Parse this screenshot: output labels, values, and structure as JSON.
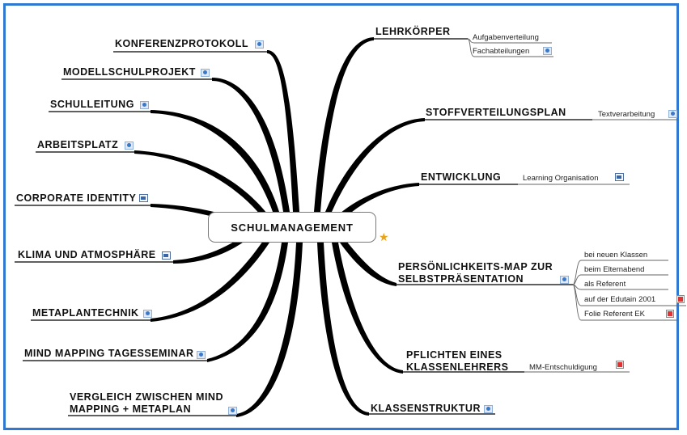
{
  "central_topic": "SCHULMANAGEMENT",
  "left_topics": [
    {
      "label": "KONFERENZPROTOKOLL",
      "icon": "map-link-icon"
    },
    {
      "label": "MODELLSCHULPROJEKT",
      "icon": "map-link-icon"
    },
    {
      "label": "SCHULLEITUNG",
      "icon": "map-link-icon"
    },
    {
      "label": "ARBEITSPLATZ",
      "icon": "map-link-icon"
    },
    {
      "label": "CORPORATE IDENTITY",
      "icon": "document-link-icon"
    },
    {
      "label": "KLIMA UND ATMOSPHÄRE",
      "icon": "document-link-icon"
    },
    {
      "label": "METAPLANTECHNIK",
      "icon": "map-link-icon"
    },
    {
      "label": "MIND MAPPING TAGESSEMINAR",
      "icon": "map-link-icon"
    },
    {
      "label_line1": "VERGLEICH ZWISCHEN MIND",
      "label_line2": "MAPPING + METAPLAN",
      "icon": "map-link-icon"
    }
  ],
  "right_topics": [
    {
      "label": "LEHRKÖRPER",
      "subtopics": [
        {
          "label": "Aufgabenverteilung"
        },
        {
          "label": "Fachabteilungen",
          "icon": "map-link-icon"
        }
      ]
    },
    {
      "label": "STOFFVERTEILUNGSPLAN",
      "subtopics": [
        {
          "label": "Textverarbeitung",
          "icon": "map-link-icon"
        }
      ]
    },
    {
      "label": "ENTWICKLUNG",
      "subtopics": [
        {
          "label": "Learning Organisation",
          "icon": "document-link-icon"
        }
      ]
    },
    {
      "label_line1": "PERSÖNLICHKEITS-MAP ZUR",
      "label_line2": "SELBSTPRÄSENTATION",
      "icon": "map-link-icon",
      "subtopics": [
        {
          "label": "bei neuen Klassen"
        },
        {
          "label": "beim Elternabend"
        },
        {
          "label": "als Referent"
        },
        {
          "label": "auf der Edutain 2001",
          "icon": "pdf-link-icon"
        },
        {
          "label": "Folie Referent EK",
          "icon": "pdf-link-icon"
        }
      ]
    },
    {
      "label_line1": "PFLICHTEN EINES",
      "label_line2": "KLASSENLEHRERS",
      "subtopics": [
        {
          "label": "MM-Entschuldigung",
          "icon": "pdf-link-icon"
        }
      ]
    },
    {
      "label": "KLASSENSTRUKTUR",
      "icon": "map-link-icon"
    }
  ],
  "colors": {
    "frame_border": "#2f7ad0",
    "branch": "#000000",
    "sub_branch": "#555555",
    "star": "#e8a31a"
  },
  "central_marker": "star-icon"
}
